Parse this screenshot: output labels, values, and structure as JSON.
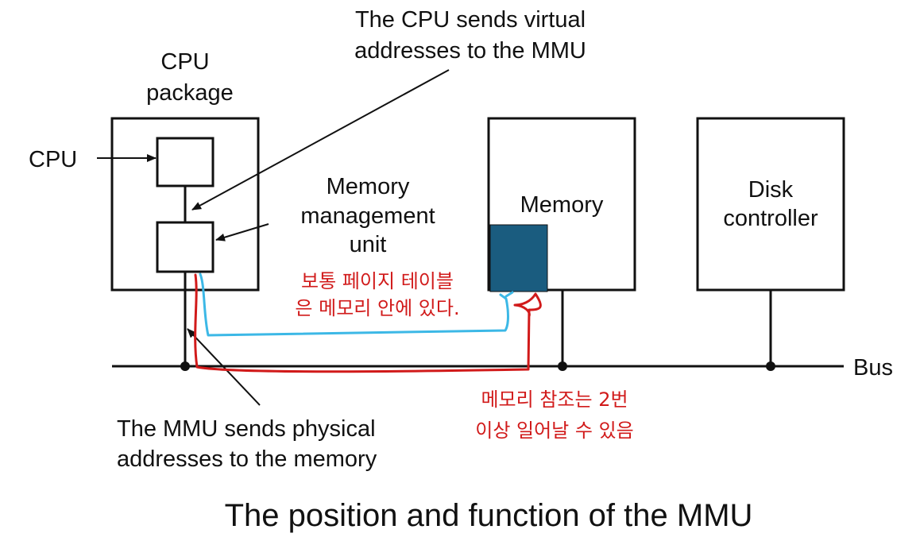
{
  "labels": {
    "cpu_package_line1": "CPU",
    "cpu_package_line2": "package",
    "cpu": "CPU",
    "mmu_line1": "Memory",
    "mmu_line2": "management",
    "mmu_line3": "unit",
    "memory": "Memory",
    "disk_line1": "Disk",
    "disk_line2": "controller",
    "bus": "Bus",
    "cpu_sends_line1": "The CPU sends virtual",
    "cpu_sends_line2": "addresses to the MMU",
    "mmu_sends_line1": "The MMU sends physical",
    "mmu_sends_line2": "addresses to the memory"
  },
  "annotations": {
    "page_table_line1": "보통 페이지 테이블",
    "page_table_line2": "은 메모리 안에 있다.",
    "memory_ref_line1": "메모리 참조는 2번",
    "memory_ref_line2": "이상 일어날 수 있음"
  },
  "caption": "The position and function of the MMU",
  "colors": {
    "page_table_block": "#1a5c7f",
    "cyan_path": "#3cb8e6",
    "red_path": "#d11a1a",
    "annotation_text": "#d11a1a",
    "ink": "#111111"
  }
}
